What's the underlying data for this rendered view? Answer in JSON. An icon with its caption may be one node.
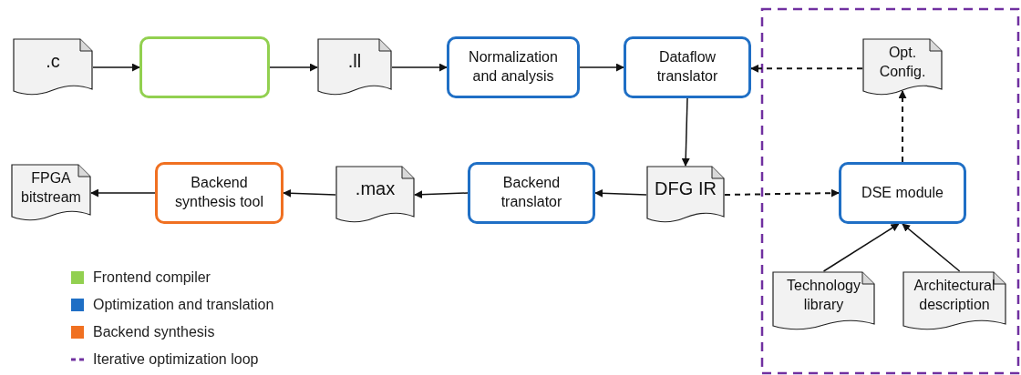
{
  "diagram": {
    "nodes": [
      {
        "text": [
          ".c"
        ]
      },
      {
        "text": [],
        "shape": "box"
      },
      {
        "text": [
          ".ll"
        ]
      },
      {
        "text": [
          "Normalization and analysis"
        ]
      },
      {
        "text": [
          "Dataflow translator"
        ]
      },
      {
        "text": [
          "Opt. Config."
        ]
      },
      {
        "text": [
          "FPGA bitstream"
        ]
      },
      {
        "text": [
          "Backend synthesis tool"
        ]
      },
      {
        "text": [
          ".max"
        ]
      },
      {
        "text": [
          "Backend translator"
        ]
      },
      {
        "text": [
          "DFG IR"
        ]
      },
      {
        "text": [
          "DSE module"
        ]
      },
      {
        "text": [
          "Technology library"
        ]
      },
      {
        "text": [
          "Architectural description"
        ]
      }
    ],
    "edges": [
      {
        "from": 0,
        "to": 1,
        "arrow": "to"
      },
      {
        "from": 1,
        "to": 2,
        "arrow": "to"
      },
      {
        "from": 2,
        "to": 3,
        "arrow": "to"
      },
      {
        "from": 3,
        "to": 4,
        "arrow": "to"
      },
      {
        "from": 5,
        "to": 4,
        "arrow": "to",
        "style": "dashed"
      },
      {
        "from": 4,
        "to": 10,
        "arrow": "to"
      },
      {
        "from": 10,
        "to": 9,
        "arrow": "to"
      },
      {
        "from": 9,
        "to": 8,
        "arrow": "to"
      },
      {
        "from": 8,
        "to": 7,
        "arrow": "to"
      },
      {
        "from": 7,
        "to": 6,
        "arrow": "to"
      },
      {
        "from": 10,
        "to": 11,
        "arrow": "to",
        "style": "dashed"
      },
      {
        "from": 11,
        "to": 5,
        "arrow": "to",
        "style": "dashed"
      },
      {
        "from": 12,
        "to": 11,
        "arrow": "to"
      },
      {
        "from": 13,
        "to": 11,
        "arrow": "to"
      }
    ],
    "legend": [
      {
        "text": "Frontend compiler",
        "color": "#92d050"
      },
      {
        "text": "Optimization and translation",
        "color": "#1f6fc5"
      },
      {
        "text": "Backend synthesis",
        "color": "#f07021"
      },
      {
        "text": "Iterative optimization loop"
      }
    ]
  }
}
